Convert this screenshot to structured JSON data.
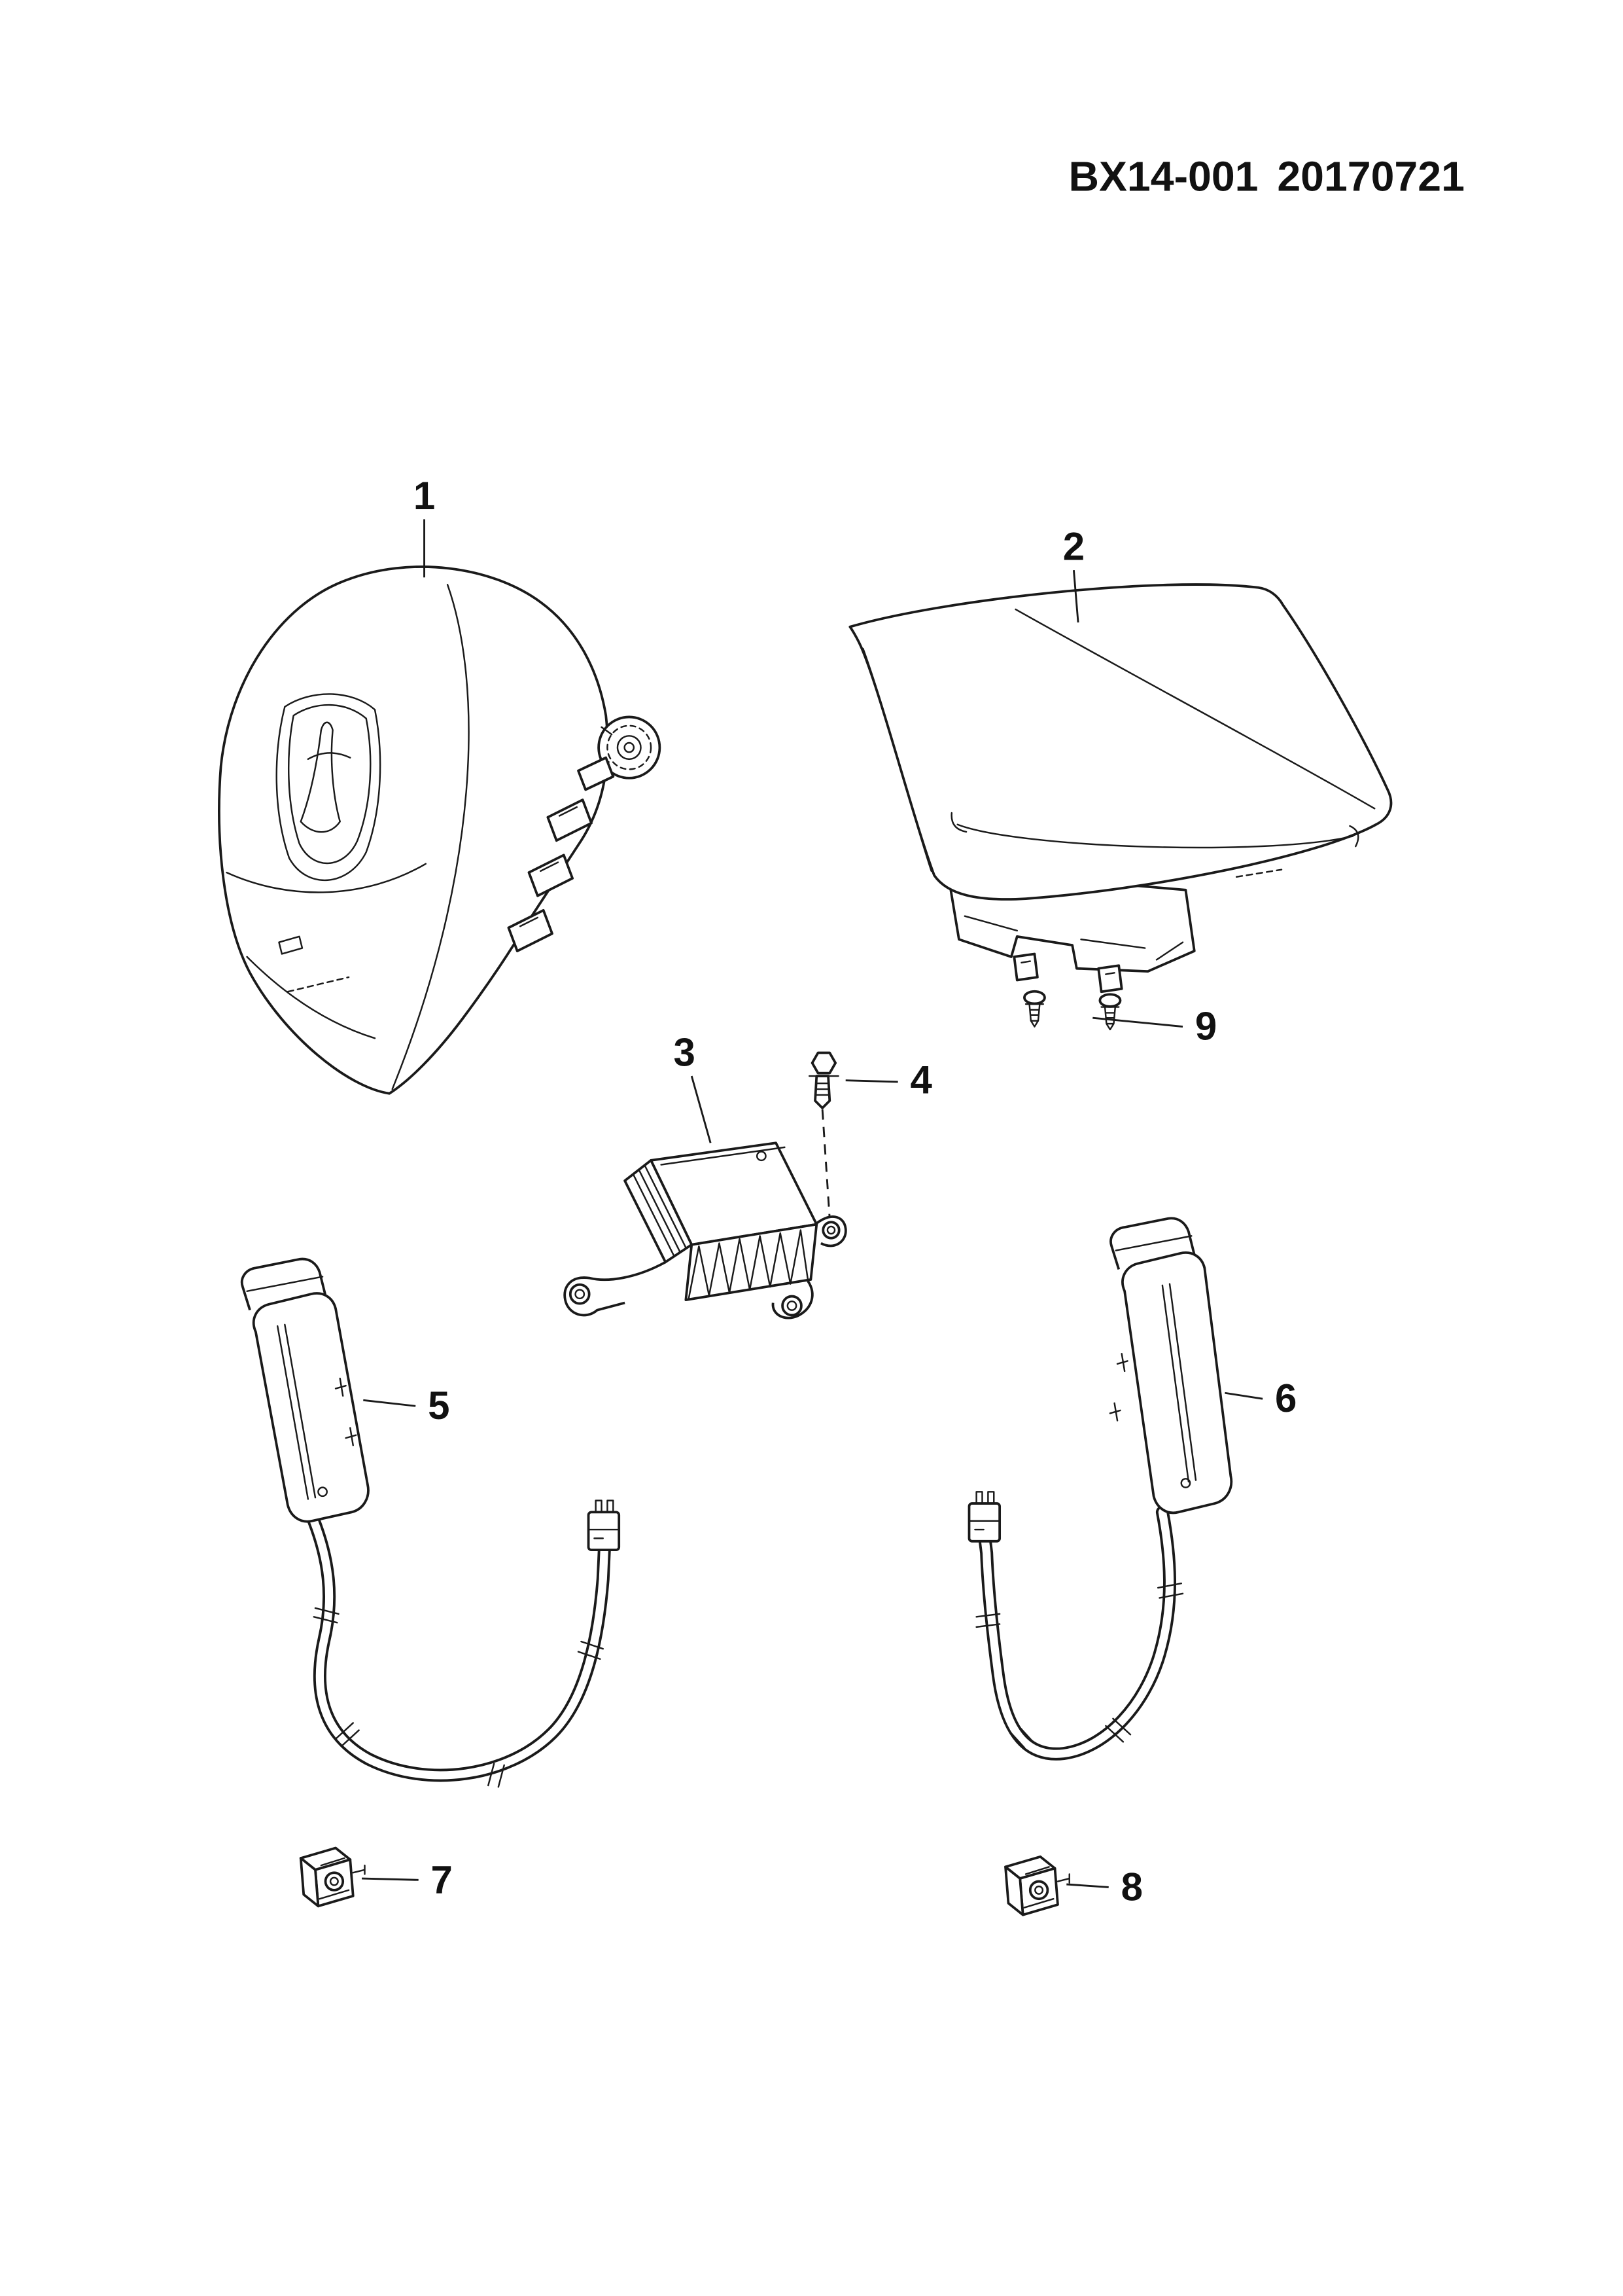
{
  "page": {
    "background": "#ffffff",
    "line_color": "#1a1a1a",
    "description": "Vehicle airbag system exploded parts diagram"
  },
  "header": {
    "code": "BX14-001",
    "date": "20170721"
  },
  "callouts": [
    {
      "num": "1",
      "part": "driver-airbag-module"
    },
    {
      "num": "2",
      "part": "passenger-airbag-module"
    },
    {
      "num": "3",
      "part": "airbag-control-module"
    },
    {
      "num": "4",
      "part": "mounting-bolt"
    },
    {
      "num": "5",
      "part": "left-side-airbag"
    },
    {
      "num": "6",
      "part": "right-side-airbag"
    },
    {
      "num": "7",
      "part": "left-connector-clip"
    },
    {
      "num": "8",
      "part": "right-connector-clip"
    },
    {
      "num": "9",
      "part": "mounting-screws"
    }
  ]
}
